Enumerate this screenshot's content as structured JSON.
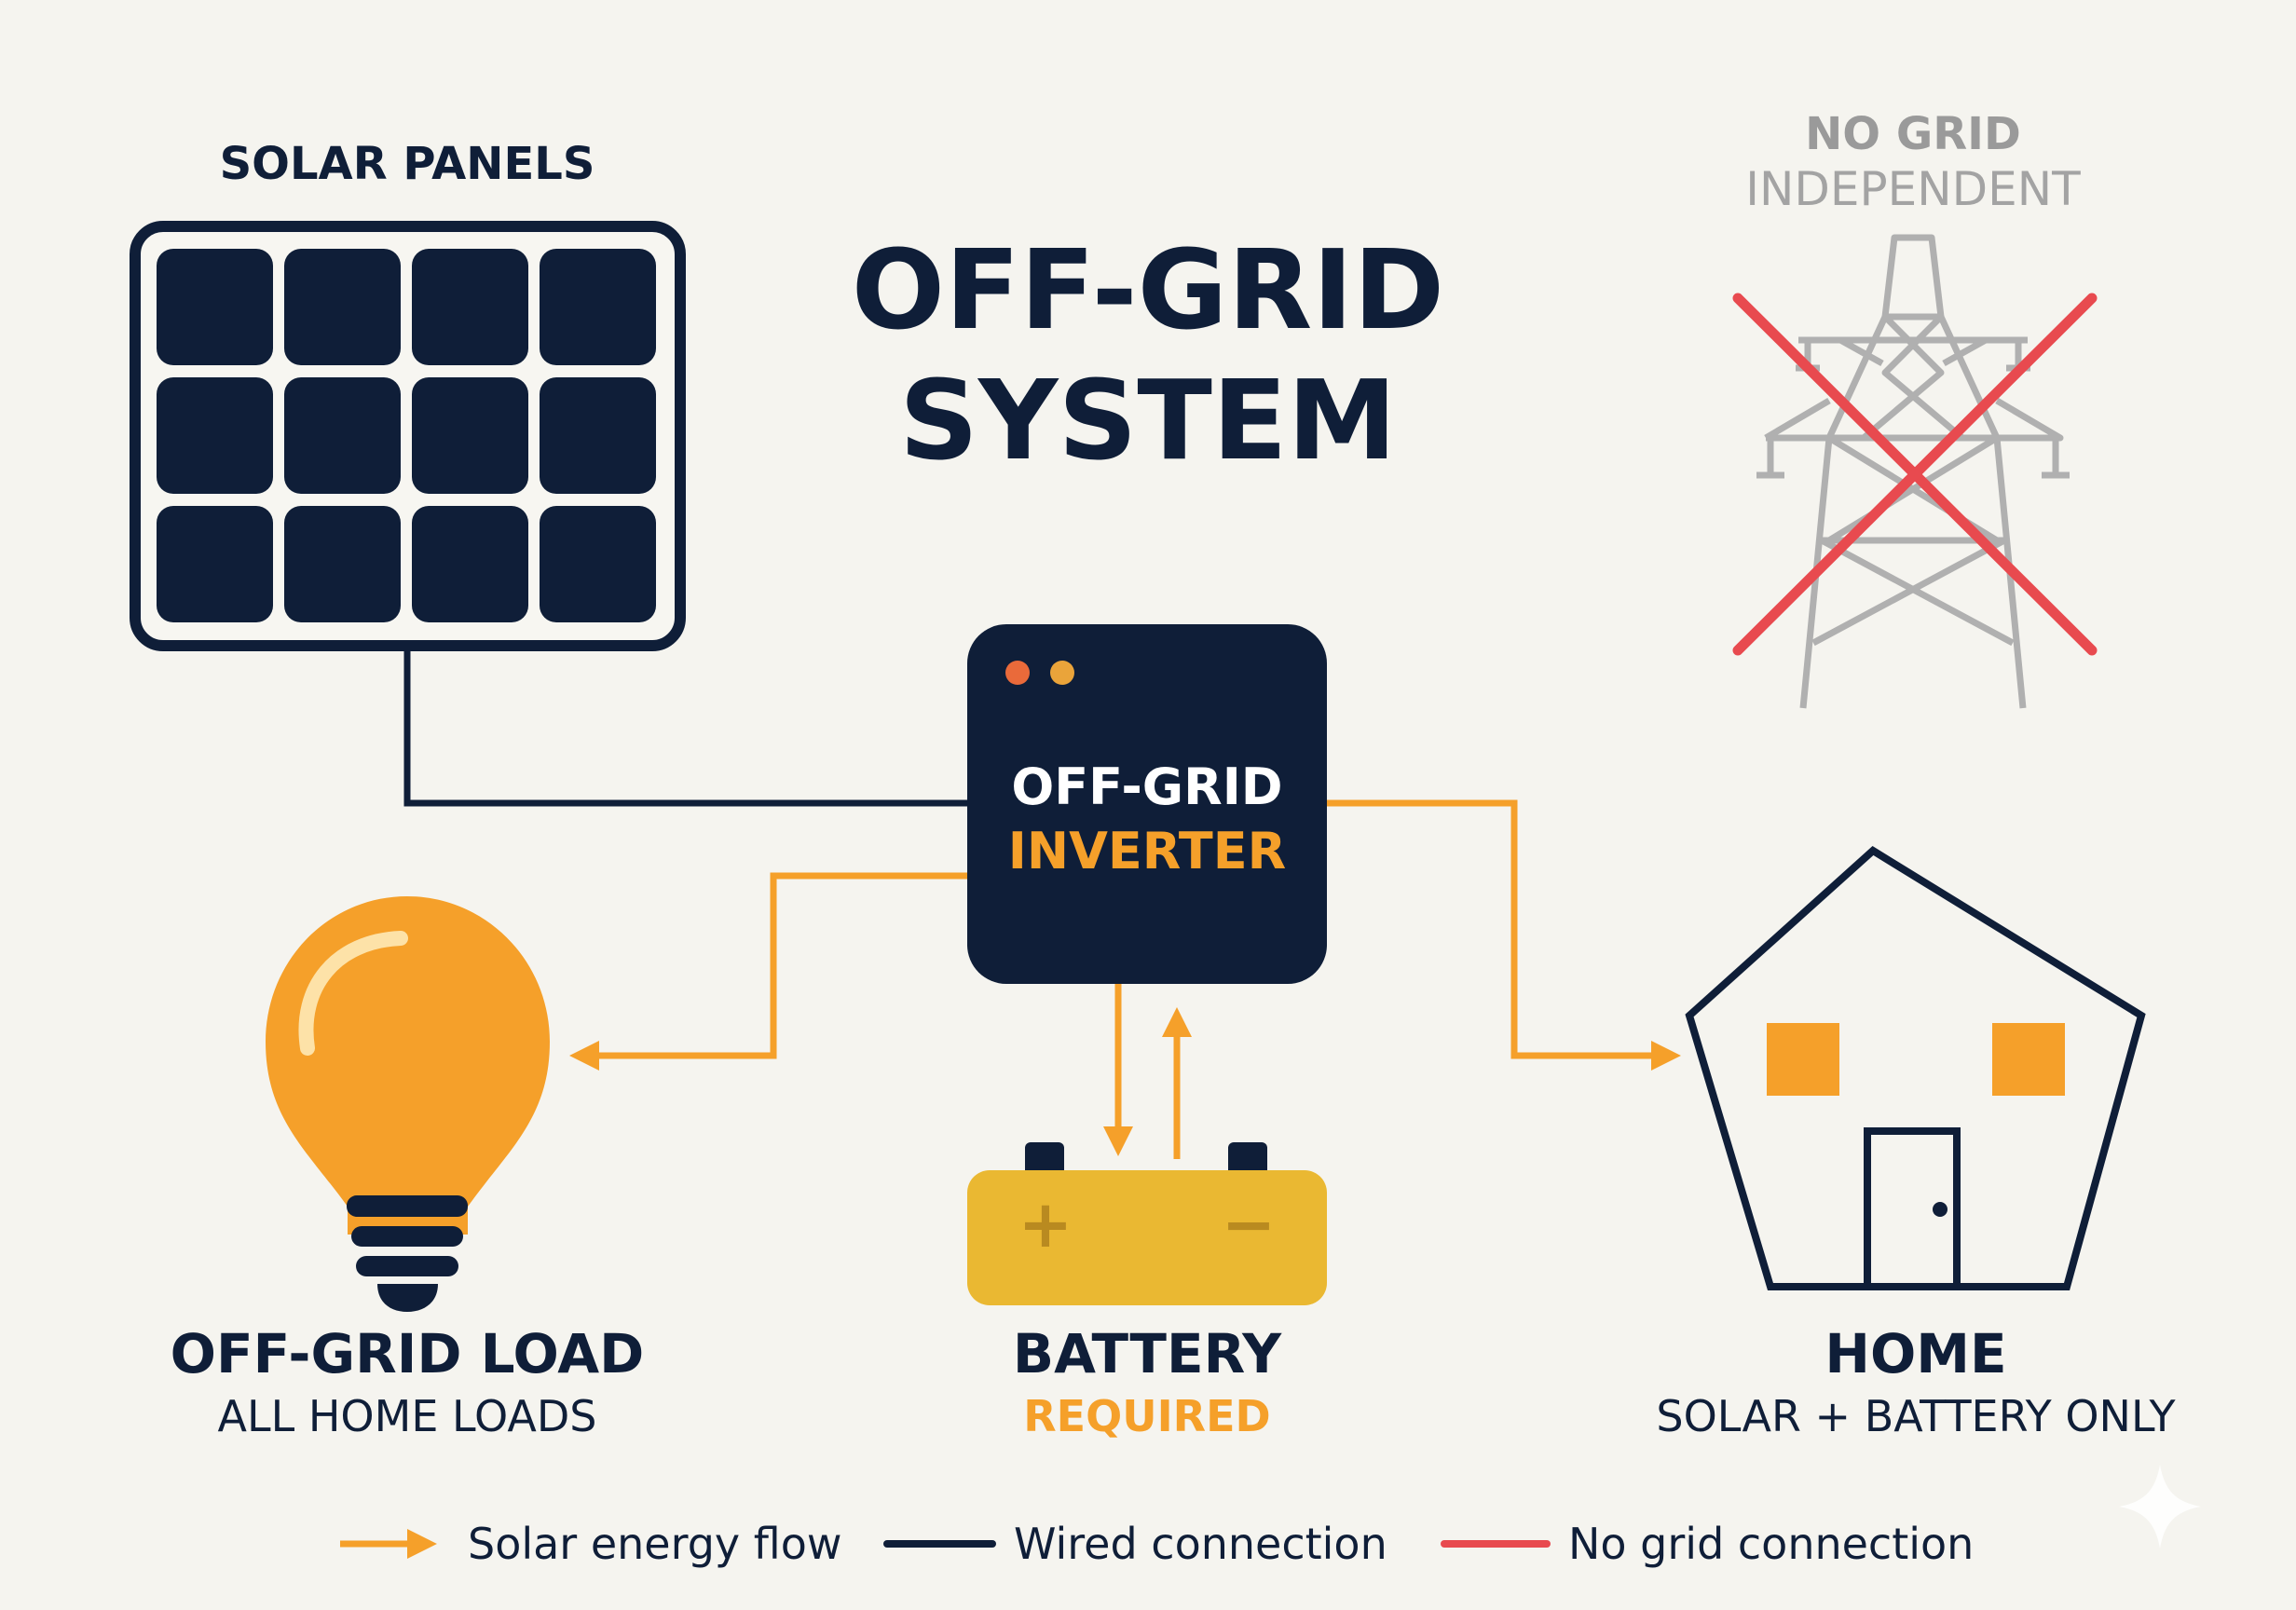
{
  "title": {
    "line1": "OFF-GRID",
    "line2": "SYSTEM"
  },
  "solar_panels": {
    "label": "SOLAR PANELS"
  },
  "grid": {
    "label": "NO GRID",
    "sublabel": "INDEPENDENT"
  },
  "inverter": {
    "line1": "OFF-GRID",
    "line2": "INVERTER"
  },
  "load": {
    "label": "OFF-GRID LOAD",
    "sublabel": "ALL HOME LOADS"
  },
  "battery": {
    "label": "BATTERY",
    "sublabel": "REQUIRED",
    "plus": "+",
    "minus": "−"
  },
  "home": {
    "label": "HOME",
    "sublabel": "SOLAR + BATTERY ONLY"
  },
  "legend": [
    {
      "label": "Solar energy flow"
    },
    {
      "label": "Wired connection"
    },
    {
      "label": "No grid connection"
    }
  ],
  "colors": {
    "navy": "#0f1e38",
    "orange": "#f5a02a",
    "battery_yellow": "#eab832",
    "red": "#e84a4f",
    "gray": "#aeaeae",
    "background": "#f5f4ef"
  },
  "icons": [
    "solar-panel-icon",
    "transmission-tower-icon",
    "inverter-icon",
    "light-bulb-icon",
    "battery-icon",
    "house-icon",
    "sparkle-icon"
  ]
}
